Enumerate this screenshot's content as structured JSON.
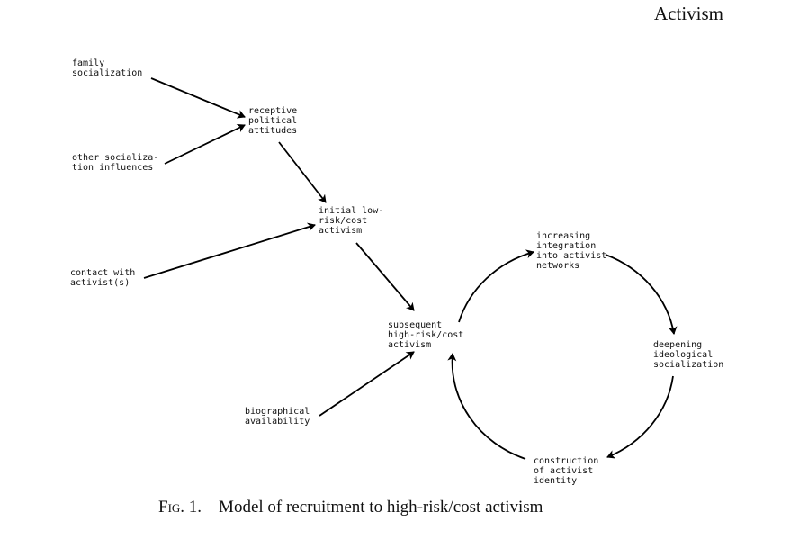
{
  "header": {
    "running_head": "Activism"
  },
  "caption": {
    "fig_label": "Fig.",
    "text": " 1.—Model of recruitment to high-risk/cost activism"
  },
  "nodes": {
    "family_socialization": "family\nsocialization",
    "other_socialization": "other socializa-\ntion influences",
    "receptive_attitudes": "receptive\npolitical\nattitudes",
    "initial_activism": "initial low-\nrisk/cost\nactivism",
    "contact_activists": "contact with\nactivist(s)",
    "subsequent_activism": "subsequent\nhigh-risk/cost\nactivism",
    "biographical_availability": "biographical\navailability",
    "increasing_integration": "increasing\nintegration\ninto activist\nnetworks",
    "deepening_socialization": "deepening\nideological\nsocialization",
    "construction_identity": "construction\nof activist\nidentity"
  }
}
